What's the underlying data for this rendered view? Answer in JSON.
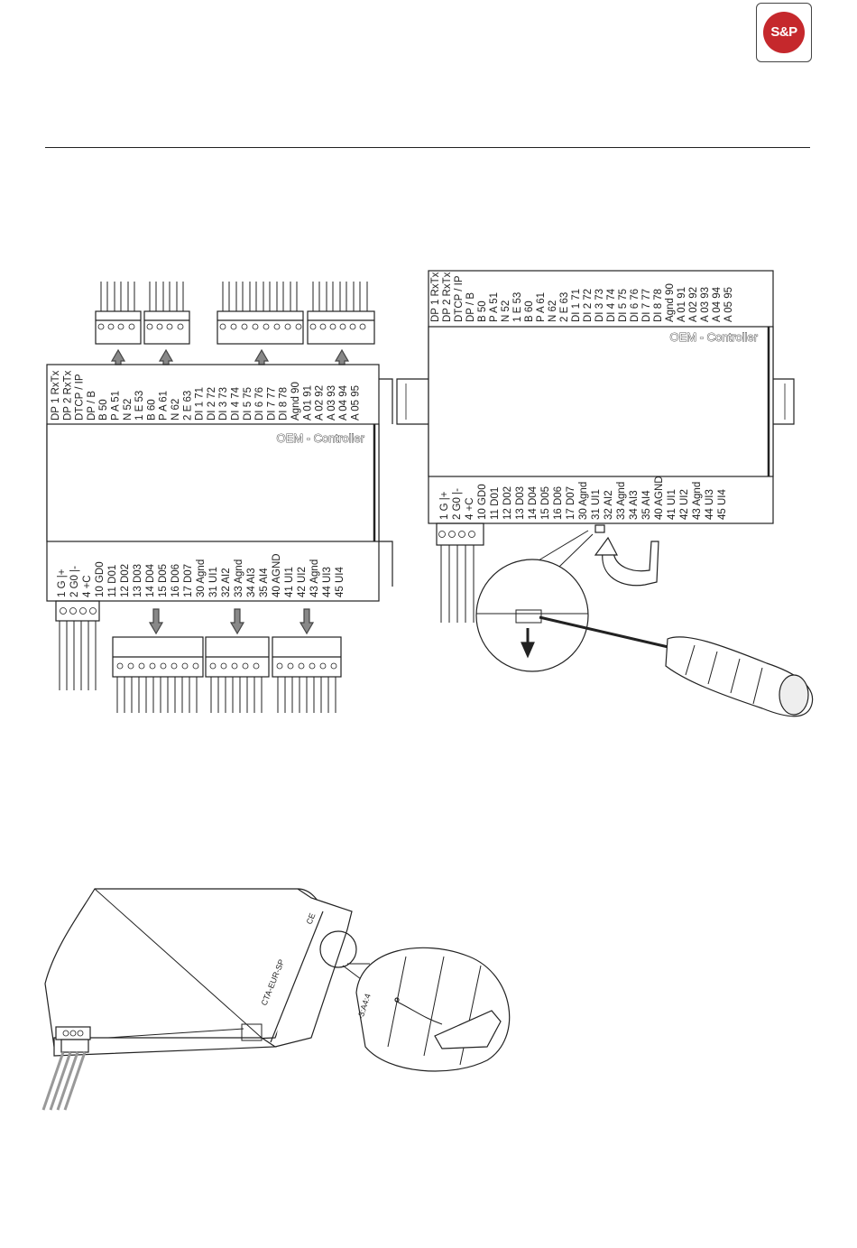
{
  "logo": {
    "text": "S&P",
    "color": "#c5282c"
  },
  "controller_label": "OEM - Controller",
  "left_top_labels": [
    "DP 1 RxTx",
    "DP 2 RxTx",
    "DTCP / IP",
    "DP / B",
    "B 50",
    "P A 51",
    "N 52",
    "1 E 53",
    "B 60",
    "P A 61",
    "N 62",
    "2 E 63",
    "DI 1 71",
    "DI 2 72",
    "DI 3 73",
    "DI 4 74",
    "DI 5 75",
    "DI 6 76",
    "DI 7 77",
    "DI 8 78",
    "Agnd 90",
    "A 01 91",
    "A 02 92",
    "A 03 93",
    "A 04 94",
    "A 05 95"
  ],
  "left_bottom_labels": [
    "1 G |+",
    "2 G0 |-",
    "4 +C",
    "10 GD0",
    "11 D01",
    "12 D02",
    "13 D03",
    "14 D04",
    "15 D05",
    "16 D06",
    "17 D07",
    "30 Agnd",
    "31 UI1",
    "32 AI2",
    "33 Agnd",
    "34 AI3",
    "35 AI4",
    "40 AGND",
    "41 UI1",
    "42 UI2",
    "43 Agnd",
    "44 UI3",
    "45 UI4"
  ],
  "right_top_labels": [
    "DP 1 RxTx",
    "DP 2 RxTx",
    "DTCP / IP",
    "DP / B",
    "B 50",
    "P A 51",
    "N 52",
    "1 E 53",
    "B 60",
    "P A 61",
    "N 62",
    "2 E 63",
    "DI 1 71",
    "DI 2 72",
    "DI 3 73",
    "DI 4 74",
    "DI 5 75",
    "DI 6 76",
    "DI 7 77",
    "DI 8 78",
    "Agnd 90",
    "A 01 91",
    "A 02 92",
    "A 03 93",
    "A 04 94",
    "A 05 95"
  ],
  "right_bottom_labels": [
    "1 G |+",
    "2 G0 |-",
    "4 +C",
    "10 GD0",
    "11 D01",
    "12 D02",
    "13 D03",
    "14 D04",
    "15 D05",
    "16 D06",
    "17 D07",
    "30 Agnd",
    "31 UI1",
    "32 AI2",
    "33 Agnd",
    "34 AI3",
    "35 AI4",
    "40 AGND",
    "41 UI1",
    "42 UI2",
    "43 Agnd",
    "44 UI3",
    "45 UI4"
  ],
  "device_plate": {
    "model": "CTA-EUR-SP",
    "mark": "CE",
    "serial": "-3:A4:4"
  }
}
